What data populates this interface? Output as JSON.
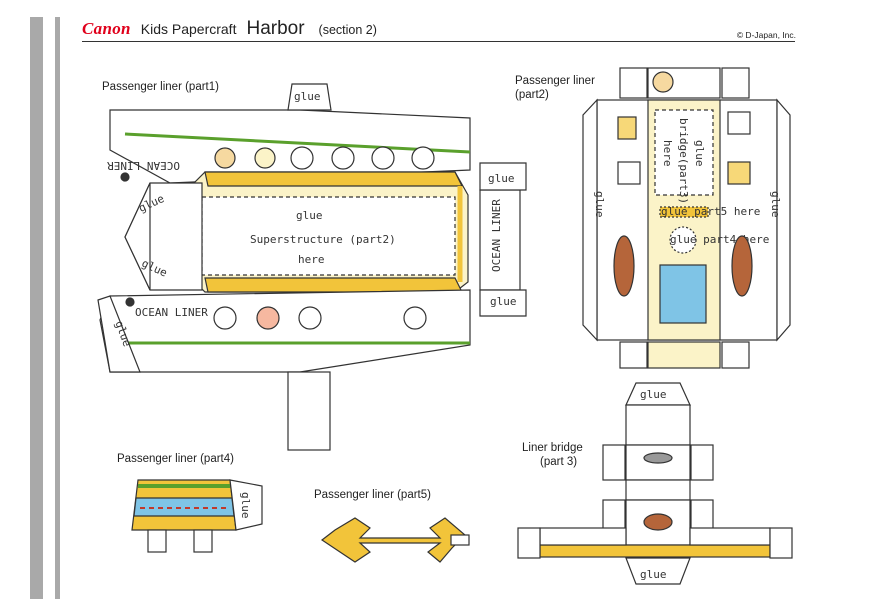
{
  "header": {
    "brand": "Canon",
    "series": "Kids Papercraft",
    "title": "Harbor",
    "section": "(section 2)",
    "copyright": "© D-Japan, Inc."
  },
  "labels": {
    "part1": "Passenger liner (part1)",
    "part2_line1": "Passenger liner",
    "part2_line2": "(part2)",
    "part4": "Passenger liner (part4)",
    "part5": "Passenger liner (part5)",
    "part3_line1": "Liner bridge",
    "part3_line2": "(part 3)"
  },
  "hand_text": {
    "glue": "glue",
    "ocean_liner": "OCEAN LINER",
    "glue_super_1": "glue",
    "glue_super_2": "Superstructure (part2)",
    "glue_super_3": "here",
    "bridge_1": "glue",
    "bridge_2": "bridge(part3)",
    "bridge_3": "here",
    "glue_part5": "glue part5 here",
    "glue_part4": "glue part4 here"
  },
  "colors": {
    "brand_red": "#e0001b",
    "gray_bar": "#a9a9a9",
    "cream": "#fbf3c8",
    "yellow": "#f2c43a",
    "green": "#5aa02c",
    "blue": "#7fc4e6",
    "brown": "#b5653a"
  }
}
